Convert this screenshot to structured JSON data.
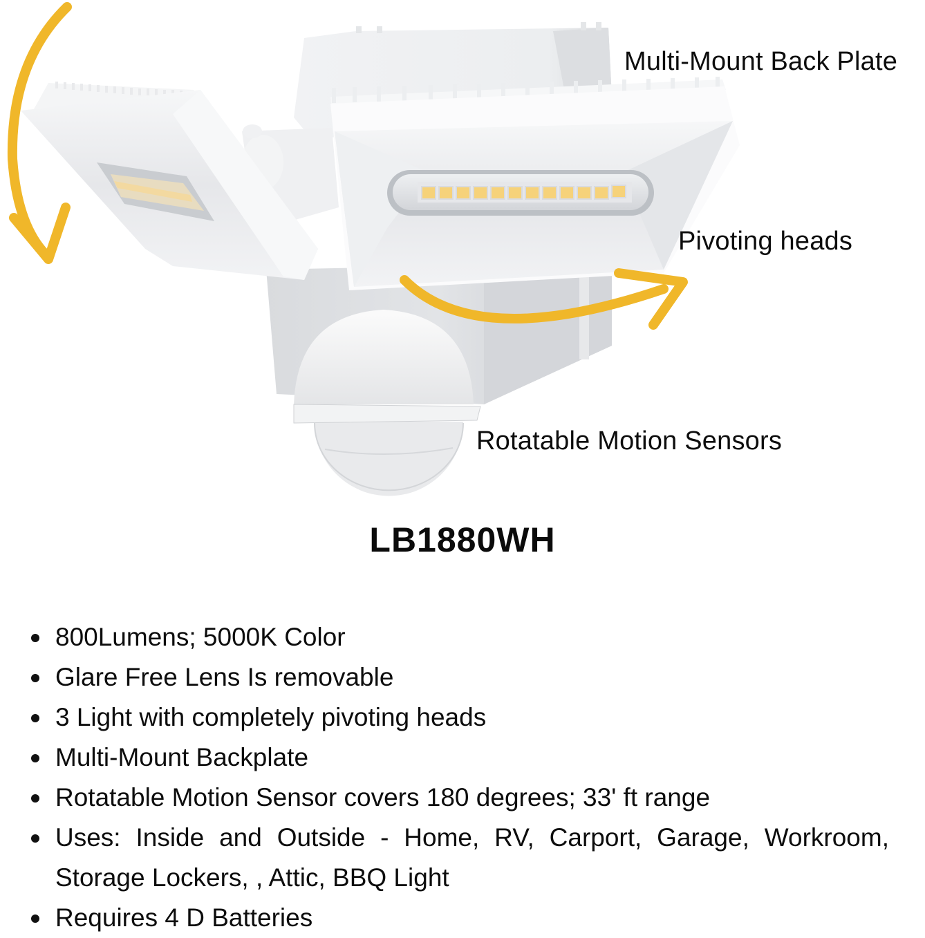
{
  "callouts": {
    "backplate": "Multi-Mount Back Plate",
    "pivoting": "Pivoting heads",
    "sensor": "Rotatable Motion Sensors"
  },
  "product": {
    "model": "LB1880WH",
    "led_count_main_head": 12,
    "colors": {
      "arrow": "#F0B72A",
      "housing": "#EEEFF1",
      "led": "#F6D27A",
      "text": "#0D0D0D"
    }
  },
  "features": [
    "800Lumens; 5000K Color",
    "Glare Free Lens Is removable",
    "3 Light with completely pivoting heads",
    "Multi-Mount Backplate",
    "Rotatable Motion Sensor covers 180 degrees; 33' ft range",
    "Uses: Inside and Outside - Home, RV, Carport, Garage, Workroom, Storage Lockers, , Attic, BBQ Light",
    "Requires 4 D Batteries"
  ]
}
